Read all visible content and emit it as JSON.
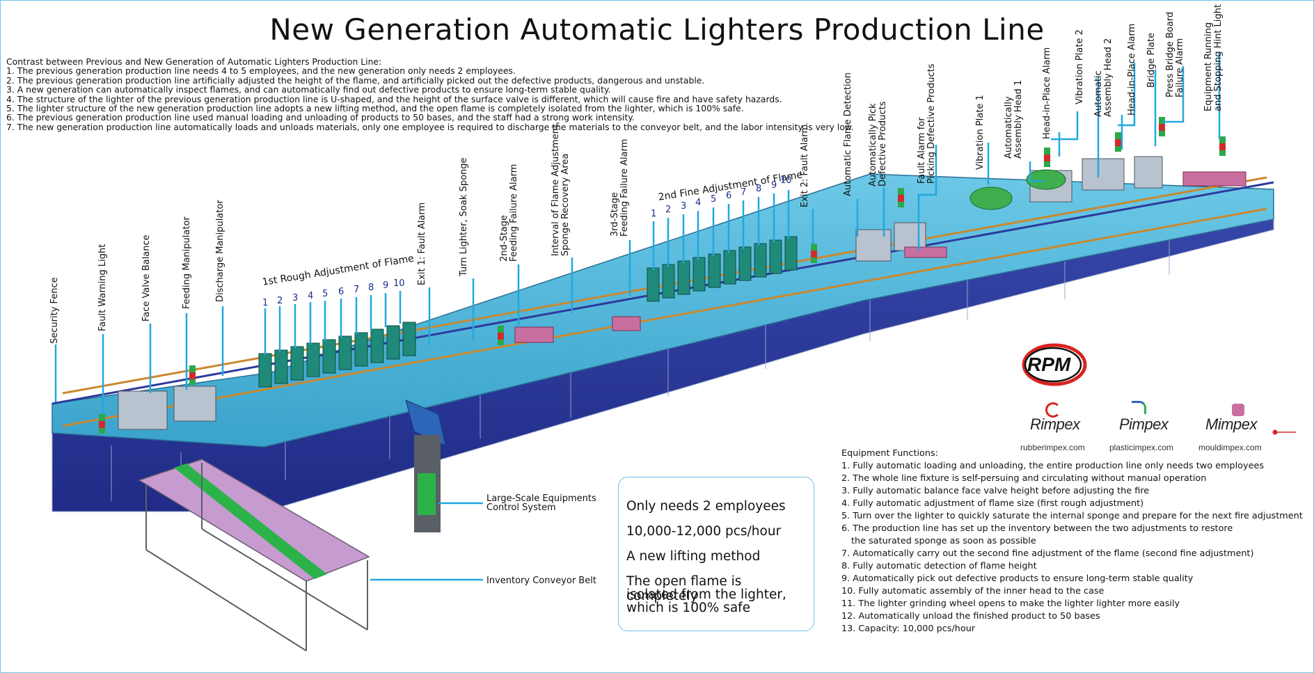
{
  "title": "New Generation Automatic Lighters Production Line",
  "contrast": {
    "heading": "Contrast between Previous and New Generation of Automatic Lighters Production Line:",
    "items": [
      "1. The previous generation production line needs 4 to 5 employees, and the new generation only needs 2 employees.",
      "2. The previous generation production line artificially adjusted the height of the flame, and artificially picked out the defective products, dangerous and unstable.",
      "3. A new generation can automatically inspect flames, and can automatically find out defective products to ensure long-term stable quality.",
      "4. The structure of the lighter of the previous generation production line is U-shaped, and the height of the surface valve is different, which will cause fire and have safety hazards.",
      "5. The lighter structure of the new generation production line adopts a new lifting method, and the open flame is completely isolated from the lighter, which is 100% safe.",
      "6. The previous generation production line used manual loading and unloading of products to 50 bases, and the staff had a strong work intensity.",
      "7. The new generation production line automatically loads and unloads materials, only one employee is required to discharge the materials to the conveyor belt, and the labor intensity is very low."
    ]
  },
  "labels": {
    "security_fence": "Security Fence",
    "fault_warning_light": "Fault Warning Light",
    "face_valve_balance": "Face Valve Balance",
    "feeding_manipulator": "Feeding Manipulator",
    "discharge_manipulator": "Discharge Manipulator",
    "rough_adjustment": "1st Rough Adjustment of Flame",
    "exit1": "Exit 1: Fault Alarm",
    "turn_lighter": "Turn Lighter, Soak Sponge",
    "stage2_a": "2nd-Stage",
    "stage2_b": "Feeding Failure Alarm",
    "interval_a": "Interval of Flame Adjustment,",
    "interval_b": "Sponge Recovery Area",
    "stage3_a": "3rd-Stage",
    "stage3_b": "Feeding Failure Alarm",
    "fine_adjustment": "2nd Fine Adjustment of Flame",
    "exit2": "Exit 2: Fault Alarm",
    "auto_flame_detection": "Automatic Flame Detection",
    "auto_pick_a": "Automatically Pick",
    "auto_pick_b": "Defective Products",
    "fault_alarm_pick_a": "Fault Alarm for",
    "fault_alarm_pick_b": "Picking Defective Products",
    "vibration_plate_1": "Vibration Plate 1",
    "auto_head1_a": "Automatically",
    "auto_head1_b": "Assembly Head 1",
    "head_alarm_1": "Head-in-Place Alarm",
    "vibration_plate_2": "Vibration Plate 2",
    "auto_head2_a": "Automatic",
    "auto_head2_b": "Assembly Head 2",
    "head_alarm_2": "Head-in-Place Alarm",
    "bridge_plate": "Bridge Plate",
    "press_bridge_a": "Press Bridge Board",
    "press_bridge_b": "Failure Alarm",
    "equip_running_a": "Equipment Running",
    "equip_running_b": "and Stopping Hint Light",
    "control_a": "Large-Scale Equipments",
    "control_b": "Control System",
    "conveyor": "Inventory Conveyor Belt"
  },
  "numbers": [
    "1",
    "2",
    "3",
    "4",
    "5",
    "6",
    "7",
    "8",
    "9",
    "10"
  ],
  "highlights": [
    "Only needs 2 employees",
    "10,000-12,000 pcs/hour",
    "A new lifting method",
    "The open flame is completely",
    "isolated from the lighter,",
    "which is 100% safe"
  ],
  "functions": {
    "heading": "Equipment Functions:",
    "items": [
      "1. Fully automatic loading and unloading, the entire production line only needs two employees",
      "2. The whole line fixture is self-persuing and circulating without manual operation",
      "3. Fully automatic balance face valve height before adjusting the fire",
      "4. Fully automatic adjustment of flame size (first rough adjustment)",
      "5. Turn over the lighter to quickly saturate the internal sponge and prepare for the next fire adjustment",
      "6. The production line has set up the inventory between the two adjustments to restore",
      "the saturated sponge as soon as possible",
      "7. Automatically carry out the second fine adjustment of the flame (second fine adjustment)",
      "8. Fully automatic detection of flame height",
      "9. Automatically pick out defective products to ensure long-term stable quality",
      "10. Fully automatic assembly of the inner head to the case",
      "11. The lighter grinding wheel opens to make the lighter lighter more easily",
      "12. Automatically unload the finished product to 50 bases",
      "13. Capacity: 10,000 pcs/hour"
    ]
  },
  "logos": {
    "rpm": "RPM",
    "rimpex": "Rimpex",
    "pimpex": "Pimpex",
    "mimpex": "Mimpex",
    "rubber_url": "rubberimpex.com",
    "plastic_url": "plasticimpex.com",
    "mould_url": "mouldimpex.com"
  },
  "colors": {
    "callout": "#21a8e0",
    "table_top": "#4fb6d8",
    "cabinet": "#2d3a9c",
    "conveyor": "#c79bd0",
    "belt": "#2bb34a",
    "number": "#1c2c8c"
  }
}
